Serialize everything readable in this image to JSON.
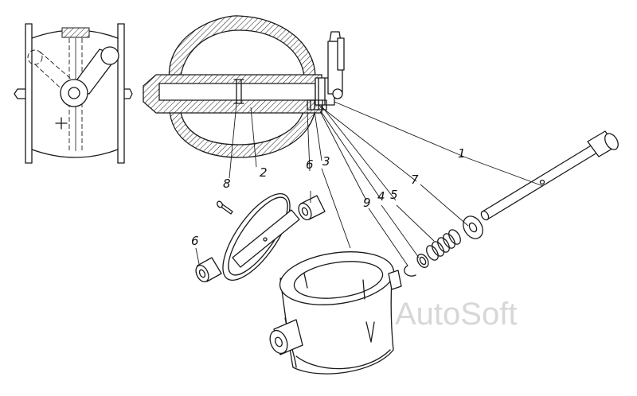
{
  "callouts": {
    "c1": "1",
    "c2": "2",
    "c3": "3",
    "c4": "4",
    "c5": "5",
    "c6a": "6",
    "c6b": "6",
    "c7": "7",
    "c8": "8",
    "c9": "9"
  },
  "watermark": "AutoSoft",
  "colors": {
    "line": "#1a1a1a",
    "background": "#ffffff",
    "watermark": "#d7d7d7"
  }
}
